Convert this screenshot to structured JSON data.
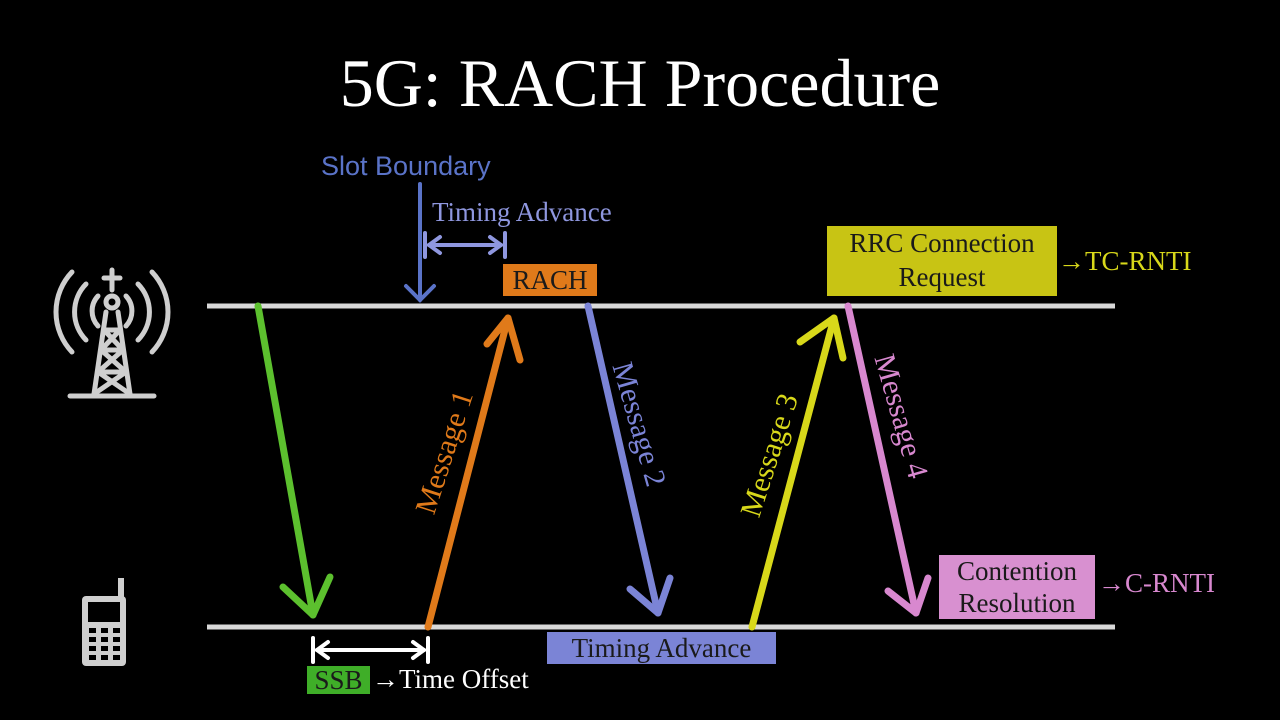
{
  "title": "5G: RACH Procedure",
  "labels": {
    "slot_boundary": "Slot Boundary",
    "timing_advance_top": "Timing Advance",
    "rach": "RACH",
    "rrc_line1": "RRC Connection",
    "rrc_line2": "Request",
    "tc_rnti": "→TC-RNTI",
    "contention_line1": "Contention",
    "contention_line2": "Resolution",
    "c_rnti": "→C-RNTI",
    "timing_advance_bottom": "Timing Advance",
    "ssb": "SSB",
    "time_offset": "→Time Offset"
  },
  "messages": {
    "m1": "Message 1",
    "m2": "Message 2",
    "m3": "Message 3",
    "m4": "Message 4"
  },
  "icons": {
    "tower": "cell-tower-icon",
    "phone": "mobile-phone-icon"
  },
  "colors": {
    "background": "#000000",
    "timeline": "#d9d9d9",
    "green": "#5cc02e",
    "orange": "#e07a1a",
    "blue": "#7b84d6",
    "yellow": "#d8d81a",
    "pink": "#d888cf",
    "slot_blue": "#5a73c8",
    "rach_box": "#e07a1a",
    "rrc_box": "#c8c414",
    "contention_box": "#d890d0",
    "ta_box": "#7b84d6",
    "ssb_box": "#3fae28"
  }
}
